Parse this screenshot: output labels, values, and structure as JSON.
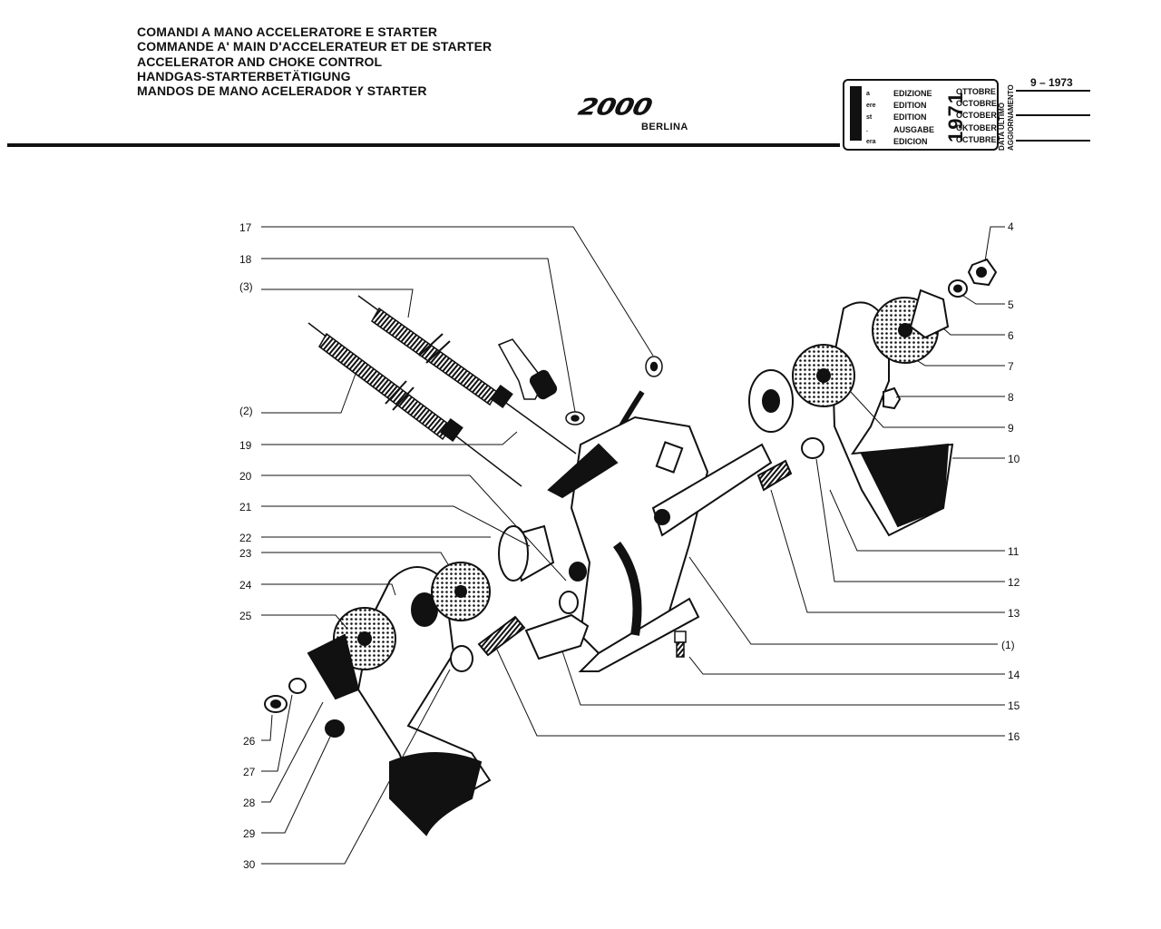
{
  "header": {
    "titles": [
      "COMANDI A MANO ACCELERATORE E STARTER",
      "COMMANDE A' MAIN D'ACCELERATEUR ET DE STARTER",
      "ACCELERATOR AND CHOKE CONTROL",
      "HANDGAS-STARTERBETÄTIGUNG",
      "MANDOS DE MANO ACELERADOR Y STARTER"
    ],
    "logo_text": "2000",
    "logo_subtitle": "BERLINA"
  },
  "edition": {
    "number": "1",
    "superscripts": [
      "a",
      "ere",
      "st",
      ".",
      "era"
    ],
    "words": [
      "EDIZIONE",
      "EDITION",
      "EDITION",
      "AUSGABE",
      "EDICION"
    ],
    "year": "1971",
    "months": [
      "OTTOBRE",
      "OCTOBRE",
      "OCTOBER",
      "OKTOBER",
      "OCTUBRE"
    ],
    "update_label_1": "DATA ULTIMO",
    "update_label_2": "AGGIORNAMENTO",
    "update_date": "9 – 1973"
  },
  "callouts": {
    "left": [
      "17",
      "18",
      "(3)",
      "(2)",
      "19",
      "20",
      "21",
      "22",
      "23",
      "24",
      "25",
      "26",
      "27",
      "28",
      "29",
      "30"
    ],
    "right": [
      "4",
      "5",
      "6",
      "7",
      "8",
      "9",
      "10",
      "11",
      "12",
      "13",
      "(1)",
      "14",
      "15",
      "16"
    ]
  }
}
